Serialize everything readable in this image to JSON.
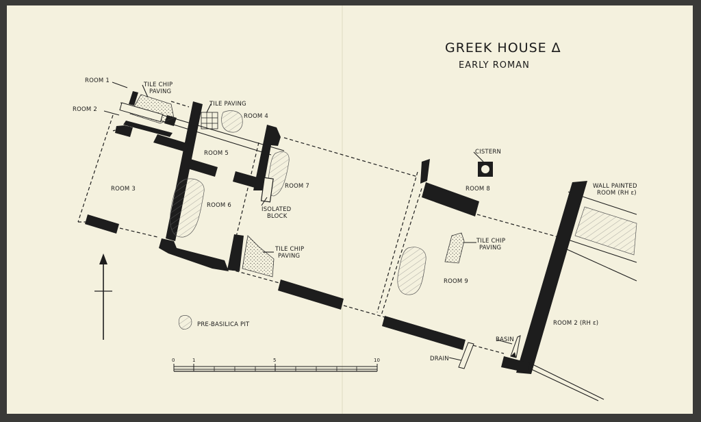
{
  "title": "GREEK HOUSE ∆",
  "subtitle": "EARLY ROMAN",
  "labels": {
    "room1": "ROOM 1",
    "room2_left": "ROOM 2",
    "room3": "ROOM 3",
    "room4": "ROOM 4",
    "room5": "ROOM 5",
    "room6": "ROOM 6",
    "room7": "ROOM 7",
    "room8": "ROOM 8",
    "room9": "ROOM 9",
    "room2_right": "ROOM 2  (RH ε)",
    "tile_chip_paving_top_1": "TILE CHIP",
    "tile_chip_paving_top_2": "PAVING",
    "tile_paving": "TILE PAVING",
    "tile_chip_paving_mid_1": "TILE CHIP",
    "tile_chip_paving_mid_2": "PAVING",
    "tile_chip_paving_right_1": "TILE CHIP",
    "tile_chip_paving_right_2": "PAVING",
    "isolated_block_1": "ISOLATED",
    "isolated_block_2": "BLOCK",
    "cistern": "CISTERN",
    "wall_painted_1": "WALL PAINTED",
    "wall_painted_2": "ROOM  (RH ε)",
    "basin": "BASIN",
    "drain": "DRAIN"
  },
  "legend": {
    "pit_label": "PRE-BASILICA PIT"
  },
  "scale": {
    "ticks": [
      "0",
      "1",
      "5",
      "10"
    ]
  },
  "icons": {
    "north": "north-arrow-icon"
  },
  "colors": {
    "paper": "#f4f1de",
    "ink": "#1d1d1d",
    "border": "#3a3a38"
  }
}
